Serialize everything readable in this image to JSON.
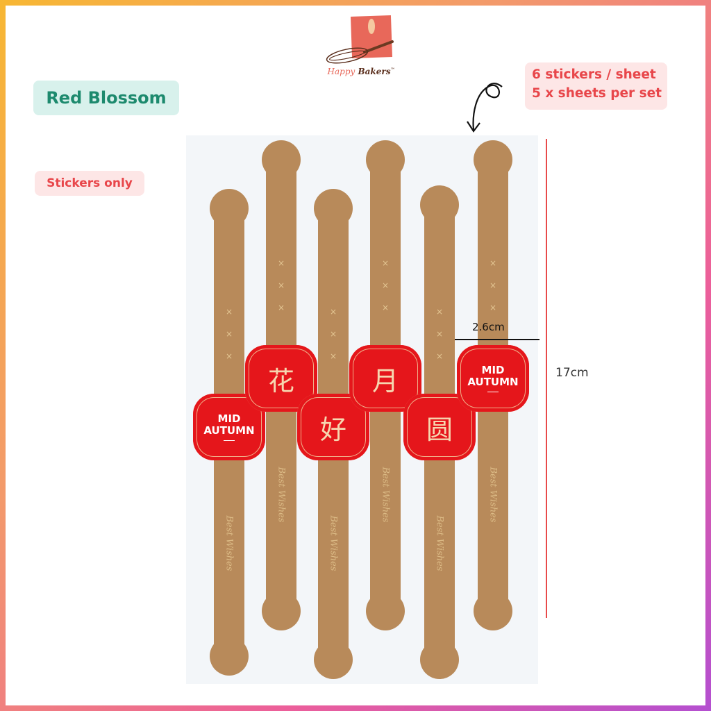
{
  "brand": {
    "name_part1": "Happy",
    "name_part2": "Bakers",
    "tm": "™"
  },
  "title": "Red Blossom",
  "subtitle": "Stickers only",
  "info": {
    "line1": "6 stickers / sheet",
    "line2": "5 x sheets per set"
  },
  "dimensions": {
    "width": "2.6cm",
    "height": "17cm"
  },
  "strip_text": "Best Wishes",
  "colors": {
    "strip": "#b88a5a",
    "badge": "#e5161b",
    "accent": "#e8464a",
    "title": "#1d8a6e"
  },
  "stickers": [
    {
      "label": "MID AUTUMN",
      "kind": "en"
    },
    {
      "label": "花",
      "kind": "cn"
    },
    {
      "label": "好",
      "kind": "cn"
    },
    {
      "label": "月",
      "kind": "cn"
    },
    {
      "label": "圆",
      "kind": "cn"
    },
    {
      "label": "MID AUTUMN",
      "kind": "en"
    }
  ]
}
